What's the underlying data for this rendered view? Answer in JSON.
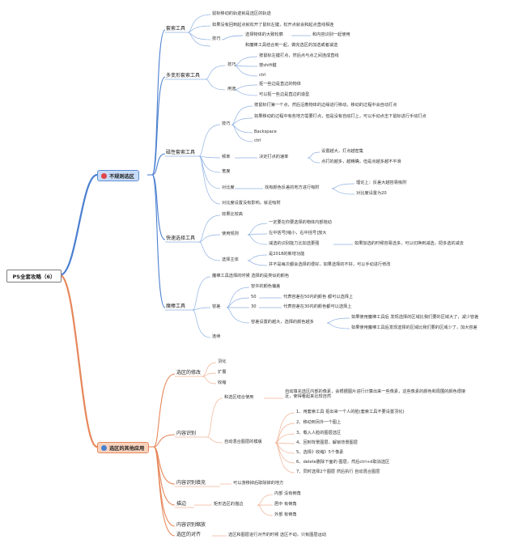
{
  "root": "PS全套攻略（6）",
  "branches": [
    {
      "label": "不规则选区",
      "icon": "info-icon",
      "color": "#4a7fd0",
      "children": [
        {
          "label": "套索工具",
          "items": [
            {
              "text": "鼠标移动的轨迹就是选区的轨迹"
            },
            {
              "text": "如果没有回到起点就松开了鼠标左键，松开点就会和起点直线相连"
            },
            {
              "text": "技巧",
              "sub": [
                "选择物体的大致轮廓",
                "和内容识别一起使用"
              ]
            },
            {
              "text": "和魔棒工具结合到一起，做完选区的加选或者减选"
            }
          ]
        },
        {
          "label": "多变形套索工具",
          "items": [
            {
              "text": "技巧",
              "sub": [
                "按鼠标左键打点，然后点与点之间连成直线",
                "按shift键",
                "ctrl"
              ]
            },
            {
              "text": "用途",
              "sub": [
                "抠一些边是直边的物体",
                "可以抠一些边是直边的造型"
              ]
            }
          ]
        },
        {
          "label": "磁性套索工具",
          "items": [
            {
              "text": "技巧",
              "sub": [
                "按鼠标打第一个点，然后沿着物体的边缘进行移动，移动的过程中会自动打点",
                "如果移动的过程中有些地方需要打点，但是没有自动打上，可以手动点击下鼠标进行手动打点",
                "Backspace",
                "ctrl"
              ]
            },
            {
              "text": "频率",
              "sub": [
                "决定打点的速率",
                "设置越大，打点越密集",
                "点打的越多，越精确，但是点越多越不平滑"
              ]
            },
            {
              "text": "宽度"
            },
            {
              "text": "对比度",
              "sub": [
                "找有颜色反差的地方进行吸附",
                "理论上：反差大越容易吸附",
                "对比度设置为20"
              ]
            },
            {
              "text": "对比度设置没有影响，就近吸附"
            }
          ]
        },
        {
          "label": "快速选择工具",
          "items": [
            {
              "text": "效果比较高"
            },
            {
              "text": "使用规则",
              "sub": [
                "一定要在你要选择的物体内部拖动",
                "左中括号[缩小，右中括号]放大",
                "减选的识别能力比加选更强",
                "如果加选的时候容易选多，可以切换到减选，把多选的减去"
              ]
            },
            {
              "text": "选择主体",
              "sub": [
                "是2018的新增功能",
                "并不是每次都会选择的很好，如果选择的不好，可以手动进行修改"
              ]
            }
          ]
        },
        {
          "label": "魔棒工具",
          "items": [
            {
              "text": "魔棒工具选择的时候 选择的是类似的颜色"
            },
            {
              "text": "容差",
              "sub": [
                "容许的颜色偏差",
                "50",
                "代表容差在50内的颜色 都可以选择上",
                "30",
                "代表容差在30内的颜色都可以选择上",
                "容差设置的越大，选择的颜色越多",
                "如果使用魔棒工具后 发现选择的区域比我们要的区域大了，减少容差",
                "如果使用魔棒工具后发现选择的区域比我们要的区域少了，加大容差"
              ]
            },
            {
              "text": "连续"
            }
          ]
        }
      ]
    },
    {
      "label": "选区的其他应用",
      "icon": "flame-icon",
      "color": "#e6875a",
      "children": [
        {
          "label": "选区的修改",
          "items": [
            {
              "text": "羽化"
            },
            {
              "text": "扩展"
            },
            {
              "text": "收缩"
            }
          ]
        },
        {
          "label": "内容识别",
          "items": [
            {
              "text": "和选区结合使用",
              "sub": [
                "自动填充选区内部的像素，会根据图片进行计算出来一些像素，这些像素的颜色和周围的颜色很接近，使得看起来比较自然"
              ]
            },
            {
              "text": "自动混合图层的模版",
              "sub": [
                "1、用套索工具 抠出来一个人的脸(套索工具不要设置羽化)",
                "2、移动到另外一个图上",
                "3、载入人脸的图层选区",
                "4、回到背景图层，解锁背景图层",
                "5、选择》收缩》5个像素",
                "6、delete删除下面的 图层，然后ctrl+d取消选区",
                "7、同时选择2个图层 然后执行 自动混合图层"
              ]
            }
          ]
        },
        {
          "label": "内容识别填充",
          "items": [
            {
              "text": "可以游移掉后取除掉的地方"
            }
          ]
        },
        {
          "label": "描边",
          "items": [
            {
              "text": "矩形选区的描边",
              "sub": [
                "内部 没有倒角",
                "居中 有倒角",
                "外部 有倒角"
              ]
            }
          ]
        },
        {
          "label": "内容识别缩放",
          "items": []
        },
        {
          "label": "选区的对齐",
          "items": [
            {
              "text": "选区和图层进行对齐的时候 选区不动，只有图层运动"
            }
          ]
        }
      ]
    }
  ]
}
